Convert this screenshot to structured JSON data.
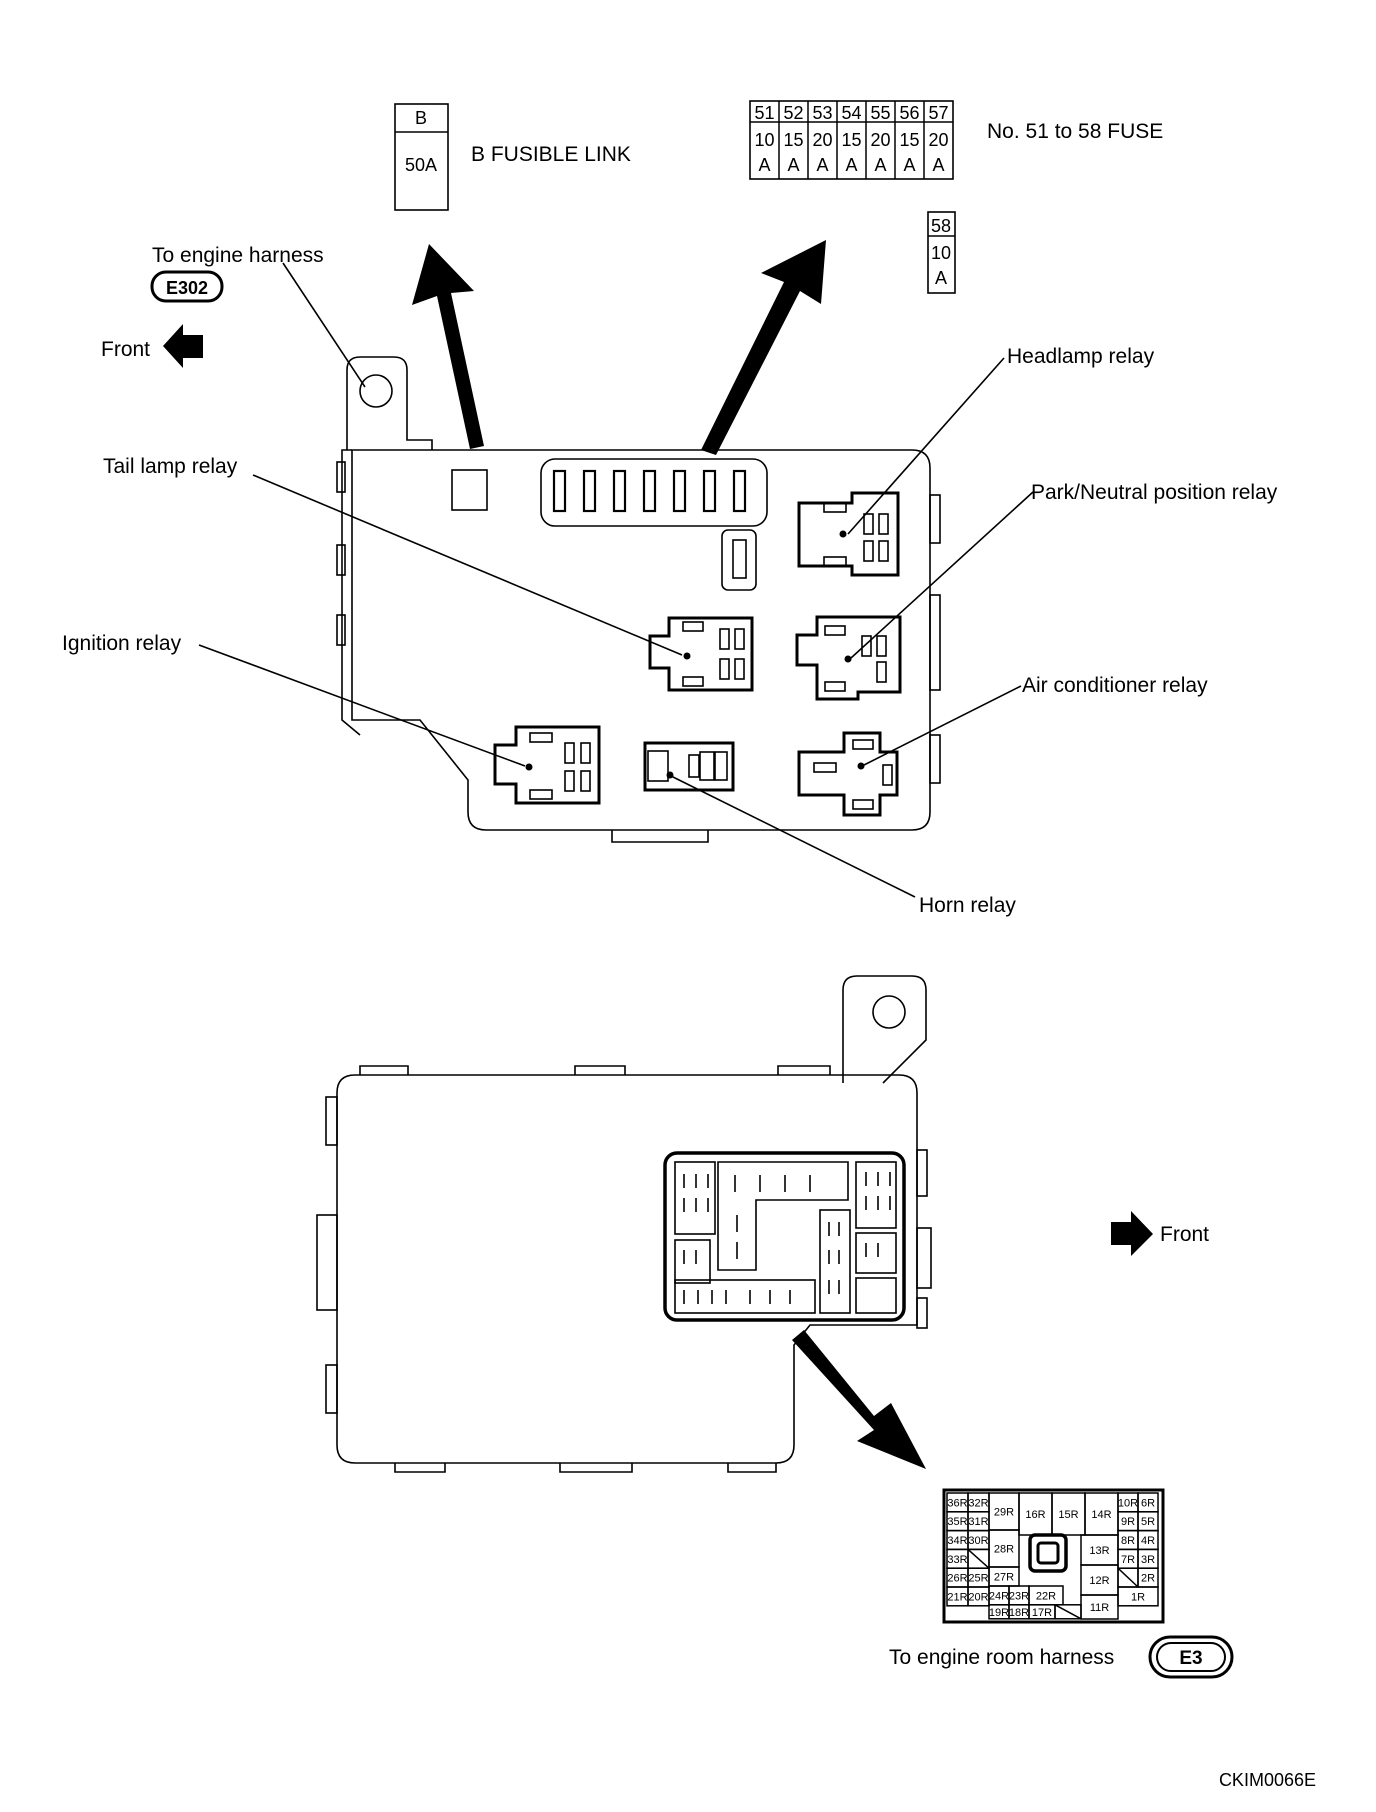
{
  "fusible_link": {
    "header": "B",
    "rating": "50A",
    "label": "B FUSIBLE LINK"
  },
  "fuse_block": {
    "numbers": [
      "51",
      "52",
      "53",
      "54",
      "55",
      "56",
      "57"
    ],
    "amps": [
      "10",
      "15",
      "20",
      "15",
      "20",
      "15",
      "20"
    ],
    "unit": "A",
    "label": "No. 51 to 58 FUSE",
    "fuse58": {
      "number": "58",
      "amps": "10",
      "unit": "A"
    }
  },
  "top_view": {
    "engine_harness_label": "To engine harness",
    "engine_harness_connector": "E302",
    "front_label": "Front"
  },
  "relays": {
    "headlamp": "Headlamp relay",
    "tail_lamp": "Tail lamp relay",
    "park_neutral": "Park/Neutral position relay",
    "ignition": "Ignition relay",
    "air_conditioner": "Air conditioner relay",
    "horn": "Horn relay"
  },
  "bottom_view": {
    "front_label": "Front",
    "engine_room_label": "To engine room harness",
    "engine_room_connector": "E3",
    "connector_cells": [
      "36R",
      "32R",
      "29R",
      "16R",
      "15R",
      "14R",
      "10R",
      "6R",
      "35R",
      "31R",
      "9R",
      "5R",
      "34R",
      "30R",
      "28R",
      "13R",
      "8R",
      "4R",
      "33R",
      "27R",
      "7R",
      "3R",
      "26R",
      "25R",
      "24R",
      "23R",
      "22R",
      "12R",
      "2R",
      "21R",
      "20R",
      "19R",
      "18R",
      "17R",
      "11R",
      "1R"
    ]
  },
  "figure_code": "CKIM0066E"
}
